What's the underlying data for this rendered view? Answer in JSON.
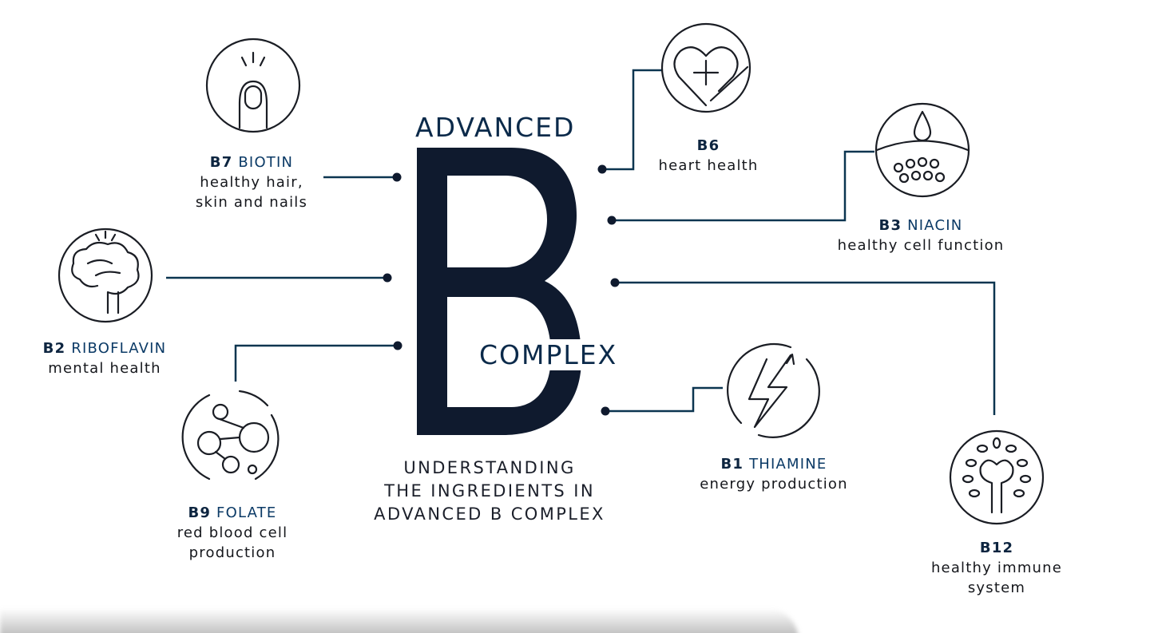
{
  "title": {
    "top": "ADVANCED",
    "letter": "B",
    "bottom": "COMPLEX"
  },
  "subtitle": [
    "UNDERSTANDING",
    "THE INGREDIENTS IN",
    "ADVANCED B COMPLEX"
  ],
  "colors": {
    "navy": "#0f1a2e",
    "accent": "#0b3a66",
    "line": "#0b3550"
  },
  "vitamins": {
    "b7": {
      "code": "B7",
      "name": "BIOTIN",
      "benefit": [
        "healthy hair,",
        "skin and nails"
      ],
      "icon": "fingernail-icon"
    },
    "b2": {
      "code": "B2",
      "name": "RIBOFLAVIN",
      "benefit": [
        "mental health"
      ],
      "icon": "brain-icon"
    },
    "b9": {
      "code": "B9",
      "name": "FOLATE",
      "benefit": [
        "red blood cell",
        "production"
      ],
      "icon": "cells-cycle-icon"
    },
    "b6": {
      "code": "B6",
      "name": "",
      "benefit": [
        "heart health"
      ],
      "icon": "heart-plus-icon"
    },
    "b3": {
      "code": "B3",
      "name": "NIACIN",
      "benefit": [
        "healthy cell function"
      ],
      "icon": "droplet-cells-icon"
    },
    "b1": {
      "code": "B1",
      "name": "THIAMINE",
      "benefit": [
        "energy production"
      ],
      "icon": "lightning-icon"
    },
    "b12": {
      "code": "B12",
      "name": "",
      "benefit": [
        "healthy immune",
        "system"
      ],
      "icon": "tree-icon"
    }
  }
}
